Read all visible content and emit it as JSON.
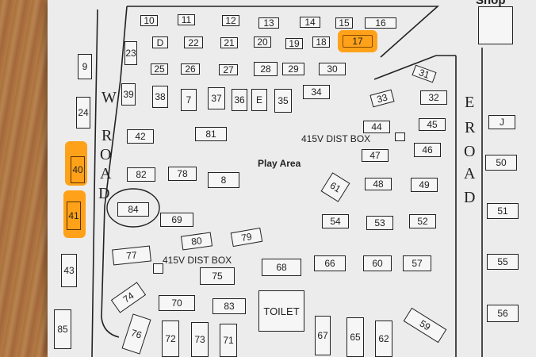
{
  "map": {
    "road_west": [
      "W",
      "R",
      "O",
      "A",
      "D"
    ],
    "road_east": [
      "E",
      "R",
      "O",
      "A",
      "D"
    ],
    "dist_box_label": "415V DIST BOX",
    "play_area_label": "Play Area",
    "toilet_label": "TOILET",
    "shop_label": "Shop",
    "highlight_color": "#ffa21a",
    "highlighted_sites": [
      "17",
      "40",
      "41"
    ],
    "circled_site": "84",
    "sites": [
      "10",
      "11",
      "12",
      "13",
      "14",
      "15",
      "16",
      "D",
      "22",
      "21",
      "20",
      "19",
      "18",
      "17",
      "23",
      "25",
      "26",
      "27",
      "28",
      "29",
      "30",
      "31",
      "39",
      "38",
      "7",
      "37",
      "36",
      "E",
      "35",
      "34",
      "33",
      "32",
      "9",
      "24",
      "42",
      "81",
      "44",
      "45",
      "46",
      "47",
      "J",
      "50",
      "40",
      "82",
      "78",
      "8",
      "61",
      "48",
      "49",
      "84",
      "69",
      "54",
      "53",
      "52",
      "51",
      "41",
      "80",
      "79",
      "77",
      "75",
      "68",
      "66",
      "60",
      "57",
      "55",
      "43",
      "74",
      "70",
      "83",
      "67",
      "65",
      "62",
      "59",
      "56",
      "76",
      "72",
      "73",
      "71",
      "85"
    ]
  }
}
